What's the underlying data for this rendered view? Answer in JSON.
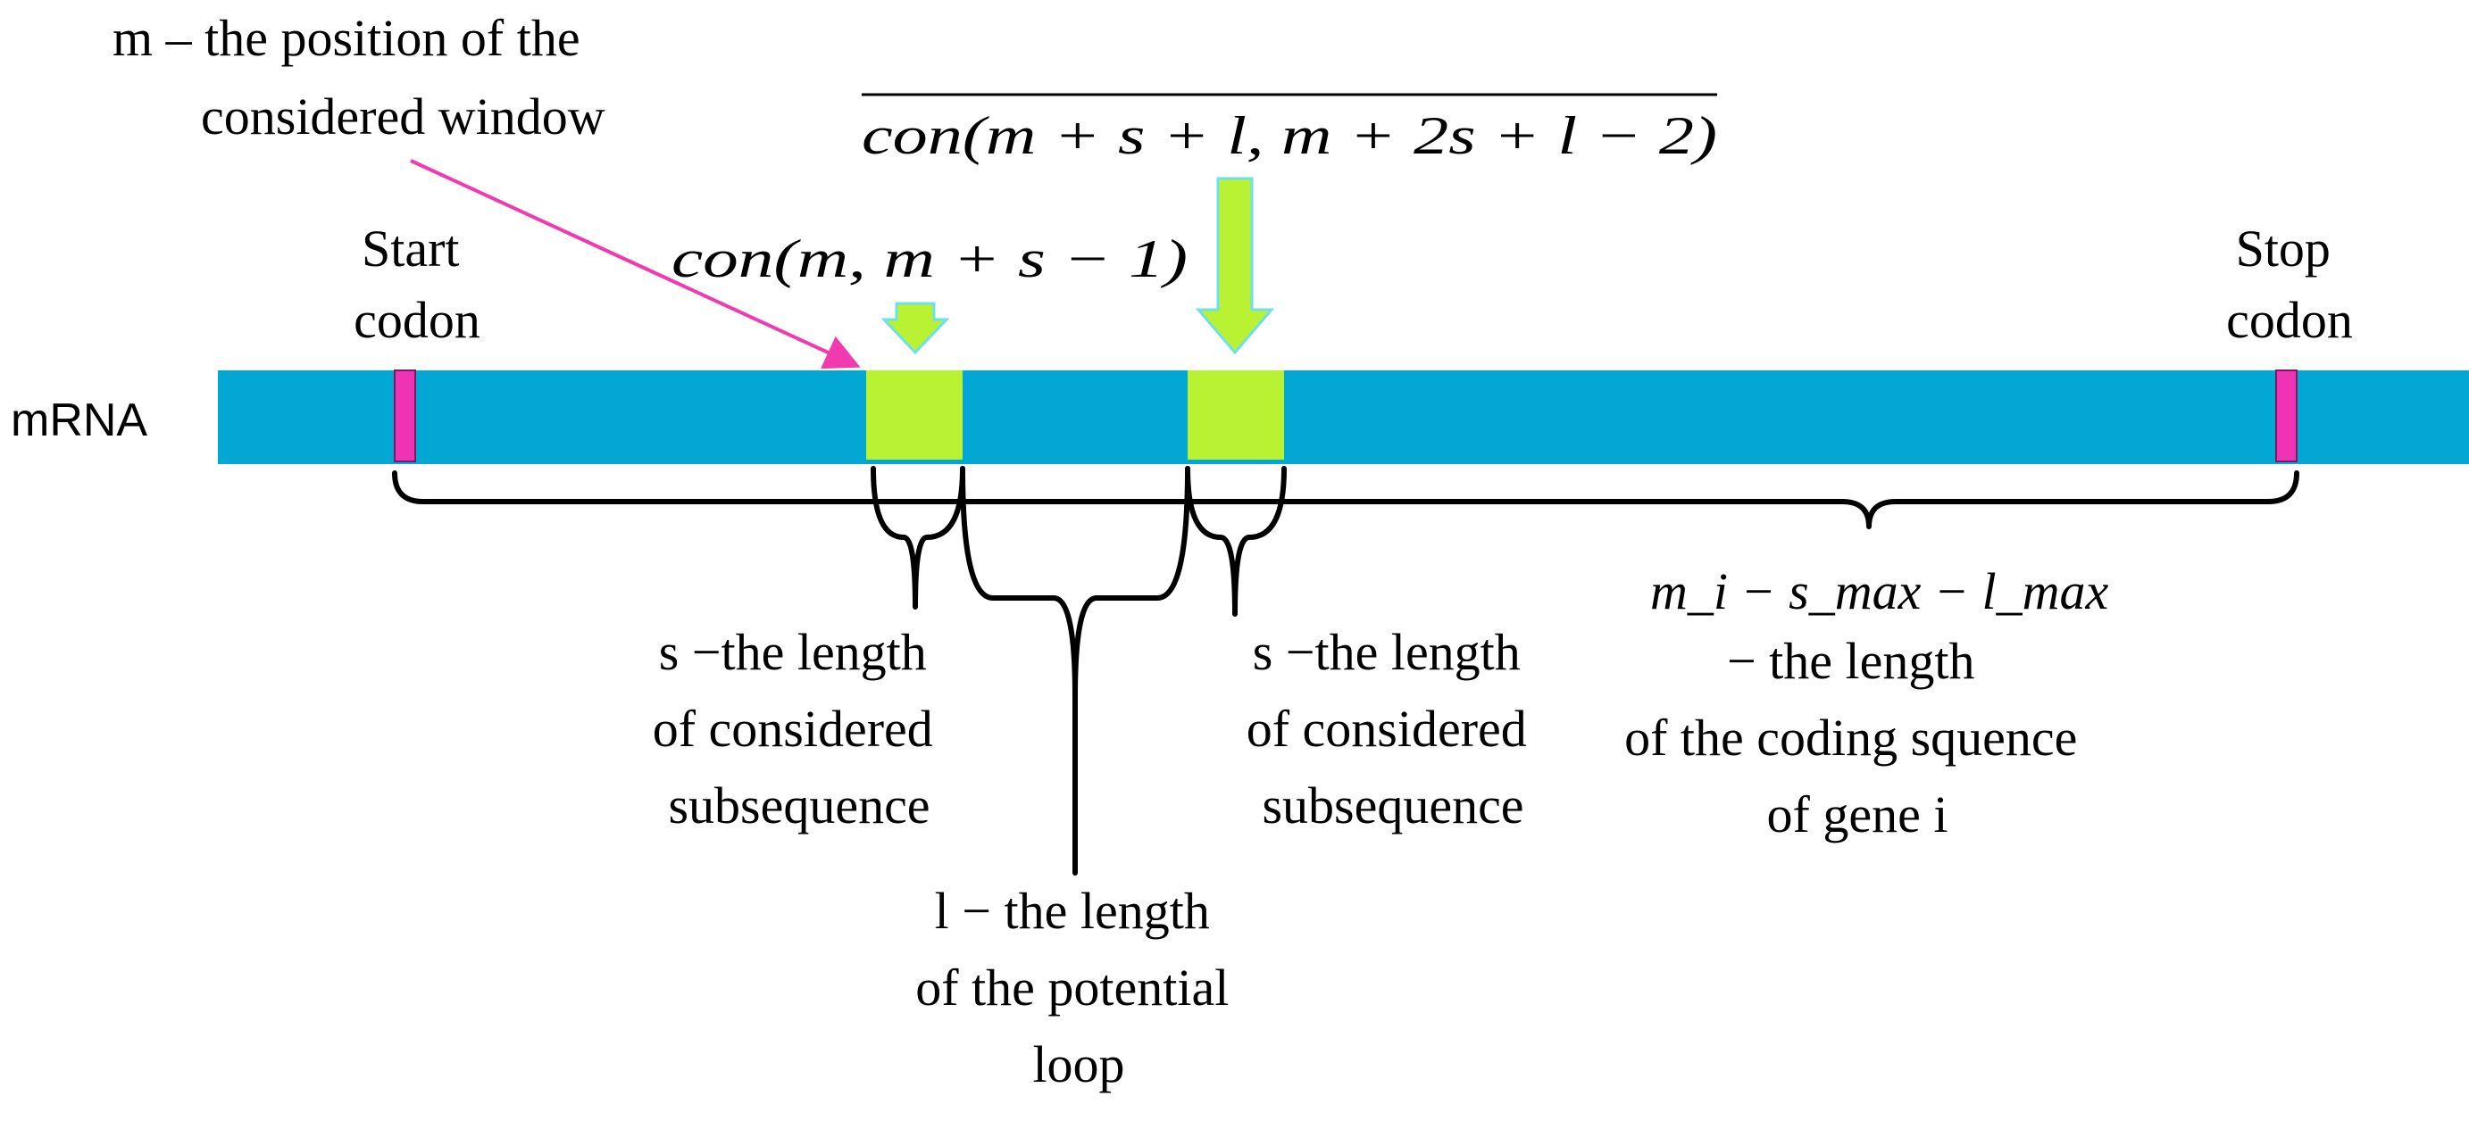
{
  "colors": {
    "strand": "#03a7d4",
    "codon": "#ee33b4",
    "window": "#b9f233",
    "window_border": "#6ee0e8",
    "pointer": "#f23ab0",
    "brace": "#000000"
  },
  "labels": {
    "window_position": {
      "line1": "m – the position of the",
      "line2": "considered window"
    },
    "start": {
      "line1": "Start",
      "line2": "codon"
    },
    "stop": {
      "line1": "Stop",
      "line2": "codon"
    },
    "strand": "mRNA",
    "con1": "con(m, m + s − 1)",
    "con2": "con(m + s + l, m + 2s + l − 2)",
    "sub1": {
      "line1": "s −the length",
      "line2": "of considered",
      "line3": "subsequence"
    },
    "sub2": {
      "line1": "s −the length",
      "line2": "of considered",
      "line3": "subsequence"
    },
    "loop": {
      "line1": "l − the length",
      "line2": "of the potential",
      "line3": "loop"
    },
    "coding": {
      "line1": "m_i − s_max − l_max",
      "line2": "−  the length",
      "line3": "of the coding squence",
      "line4": "of gene i"
    }
  }
}
